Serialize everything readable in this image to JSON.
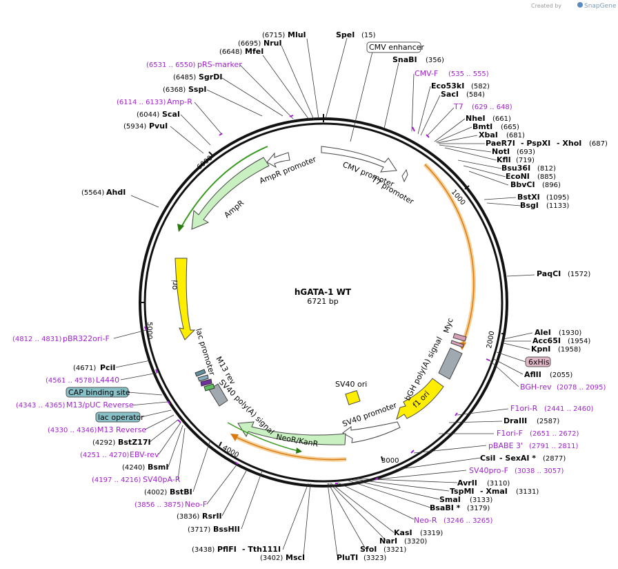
{
  "watermark": {
    "prefix": "Created by",
    "brand": "SnapGene"
  },
  "plasmid": {
    "name": "hGATA-1 WT",
    "length": "6721 bp",
    "total_bp": 6721
  },
  "ticks": [
    "1000",
    "2000",
    "3000",
    "4000",
    "5000",
    "6000"
  ],
  "colors": {
    "primer": "#a020d0",
    "orange_feature": "#f0a030",
    "green_feature": "#90d890",
    "yellow_feature": "#ffee00"
  },
  "enzymes": [
    {
      "name": "SpeI",
      "pos": "(15)"
    },
    {
      "name": "SnaBI",
      "pos": "(356)"
    },
    {
      "name": "Eco53kI",
      "pos": "(582)"
    },
    {
      "name": "SacI",
      "pos": "(584)"
    },
    {
      "name": "NheI",
      "pos": "(661)"
    },
    {
      "name": "BmtI",
      "pos": "(665)"
    },
    {
      "name": "XbaI",
      "pos": "(681)"
    },
    {
      "name": "PaeR7I",
      "pos": ""
    },
    {
      "name": "- PspXI",
      "pos": ""
    },
    {
      "name": "- XhoI",
      "pos": "(687)"
    },
    {
      "name": "NotI",
      "pos": "(693)"
    },
    {
      "name": "KflI",
      "pos": "(719)"
    },
    {
      "name": "Bsu36I",
      "pos": "(812)"
    },
    {
      "name": "EcoNI",
      "pos": "(885)"
    },
    {
      "name": "BbvCI",
      "pos": "(896)"
    },
    {
      "name": "BstXI",
      "pos": "(1095)"
    },
    {
      "name": "BsgI",
      "pos": "(1133)"
    },
    {
      "name": "PaqCI",
      "pos": "(1572)"
    },
    {
      "name": "AleI",
      "pos": "(1930)"
    },
    {
      "name": "Acc65I",
      "pos": "(1954)"
    },
    {
      "name": "KpnI",
      "pos": "(1958)"
    },
    {
      "name": "AflII",
      "pos": "(2055)"
    },
    {
      "name": "DraIII",
      "pos": "(2587)"
    },
    {
      "name": "CsiI",
      "pos": ""
    },
    {
      "name": "- SexAI *",
      "pos": "(2877)"
    },
    {
      "name": "AvrII",
      "pos": "(3110)"
    },
    {
      "name": "TspMI",
      "pos": ""
    },
    {
      "name": "- XmaI",
      "pos": "(3131)"
    },
    {
      "name": "SmaI",
      "pos": "(3133)"
    },
    {
      "name": "BsaBI *",
      "pos": "(3179)"
    },
    {
      "name": "KasI",
      "pos": "(3319)"
    },
    {
      "name": "NarI",
      "pos": "(3320)"
    },
    {
      "name": "SfoI",
      "pos": "(3321)"
    },
    {
      "name": "PluTI",
      "pos": "(3323)"
    },
    {
      "name": "MscI",
      "pos": "(3402)"
    },
    {
      "name": "PflFI",
      "pos": "(3438)"
    },
    {
      "name": "- Tth111I",
      "pos": ""
    },
    {
      "name": "BssHII",
      "pos": "(3717)"
    },
    {
      "name": "RsrII",
      "pos": "(3836)"
    },
    {
      "name": "BstBI",
      "pos": "(4002)"
    },
    {
      "name": "BsmI",
      "pos": "(4240)"
    },
    {
      "name": "BstZ17I",
      "pos": "(4292)"
    },
    {
      "name": "PciI",
      "pos": "(4671)"
    },
    {
      "name": "AhdI",
      "pos": "(5564)"
    },
    {
      "name": "PvuI",
      "pos": "(5934)"
    },
    {
      "name": "ScaI",
      "pos": "(6044)"
    },
    {
      "name": "SspI",
      "pos": "(6368)"
    },
    {
      "name": "SgrDI",
      "pos": "(6485)"
    },
    {
      "name": "MfeI",
      "pos": "(6648)"
    },
    {
      "name": "NruI",
      "pos": "(6695)"
    },
    {
      "name": "MluI",
      "pos": "(6715)"
    }
  ],
  "primers": [
    {
      "name": "CMV-F",
      "range": "(535 .. 555)"
    },
    {
      "name": "T7",
      "range": "(629 .. 648)"
    },
    {
      "name": "BGH-rev",
      "range": "(2078 .. 2095)"
    },
    {
      "name": "F1ori-R",
      "range": "(2441 .. 2460)"
    },
    {
      "name": "F1ori-F",
      "range": "(2651 .. 2672)"
    },
    {
      "name": "pBABE 3'",
      "range": "(2791 .. 2811)"
    },
    {
      "name": "SV40pro-F",
      "range": "(3038 .. 3057)"
    },
    {
      "name": "Neo-R",
      "range": "(3246 .. 3265)"
    },
    {
      "name": "Neo-F",
      "range": "(3856 .. 3875)"
    },
    {
      "name": "SV40pA-R",
      "range": "(4197 .. 4216)"
    },
    {
      "name": "EBV-rev",
      "range": "(4251 .. 4270)"
    },
    {
      "name": "M13 Reverse",
      "range": "(4330 .. 4346)"
    },
    {
      "name": "M13/pUC Reverse",
      "range": "(4343 .. 4365)"
    },
    {
      "name": "L4440",
      "range": "(4561 .. 4578)"
    },
    {
      "name": "pBR322ori-F",
      "range": "(4812 .. 4831)"
    },
    {
      "name": "Amp-R",
      "range": "(6114 .. 6133)"
    },
    {
      "name": "pRS-marker",
      "range": "(6531 .. 6550)"
    }
  ],
  "boxed_labels": [
    {
      "name": "CMV enhancer",
      "color": "#ffffff"
    },
    {
      "name": "6xHis",
      "color": "#e0b8c8"
    },
    {
      "name": "CAP binding site",
      "color": "#88c0c8"
    },
    {
      "name": "lac operator",
      "color": "#88c0c8"
    }
  ],
  "features": [
    {
      "name": "CMV promoter"
    },
    {
      "name": "T7 promoter"
    },
    {
      "name": "AmpR promoter"
    },
    {
      "name": "AmpR"
    },
    {
      "name": "ori"
    },
    {
      "name": "lac promoter"
    },
    {
      "name": "M13 rev"
    },
    {
      "name": "SV40 poly(A) signal"
    },
    {
      "name": "NeoR/KanR"
    },
    {
      "name": "SV40 promoter"
    },
    {
      "name": "SV40 ori"
    },
    {
      "name": "f1 ori"
    },
    {
      "name": "bGH poly(A) signal"
    },
    {
      "name": "Myc"
    }
  ]
}
